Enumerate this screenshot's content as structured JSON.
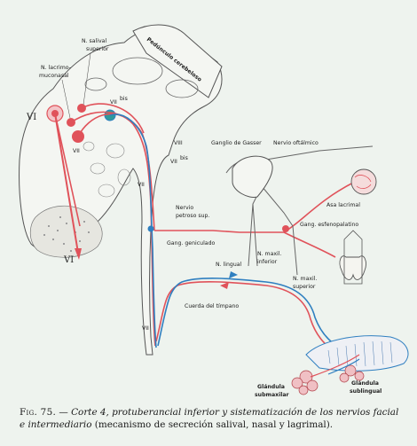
{
  "labels": {
    "pedunculo": "Pedúnculo cerebeloso",
    "n_salival_superior_1": "N. salival",
    "n_salival_superior_2": "superior",
    "n_lacrimo_1": "N. lacrimo-",
    "n_lacrimo_2": "muconasal",
    "vii_bis_top": "VII",
    "vii_bis_top_sup": "bis",
    "vi_left": "VI",
    "vii_nucleus": "VII",
    "viii": "VIII",
    "vii_bis_mid": "VII",
    "vii_bis_mid_sup": "bis",
    "vii_mid": "VII",
    "vi_bottom": "VI",
    "vii_bottom": "VII",
    "ganglio_gasser": "Ganglio de Gasser",
    "nervio_oftalmico": "Nervio oftálmico",
    "nervio_petroso_1": "Nervio",
    "nervio_petroso_2": "petroso sup.",
    "asa_lacrimal": "Asa lacrimal",
    "gang_esfenopalatino": "Gang. esfenopalatino",
    "gang_geniculado": "Gang. geniculado",
    "n_lingual": "N. lingual",
    "n_maxil_inferior_1": "N. maxil.",
    "n_maxil_inferior_2": "inferior",
    "n_maxil_superior_1": "N. maxil.",
    "n_maxil_superior_2": "superior",
    "cuerda_timpano": "Cuerda del tímpano",
    "glandula_submaxilar_1": "Glándula",
    "glandula_submaxilar_2": "submaxilar",
    "glandula_sublingual_1": "Glándula",
    "glandula_sublingual_2": "sublingual"
  },
  "caption": {
    "fig": "Fig. 75.",
    "dash": " — ",
    "italic_1": "Corte 4, protuberancial inferior y sistematización de los nervios facial e intermediario",
    "normal_1": " (mecanismo de secreción salival, nasal y lagrimal)."
  },
  "colors": {
    "red_nerve": "#e0525a",
    "blue_nerve": "#2f7fc0",
    "outline": "#555555",
    "background": "#eef3ee"
  }
}
